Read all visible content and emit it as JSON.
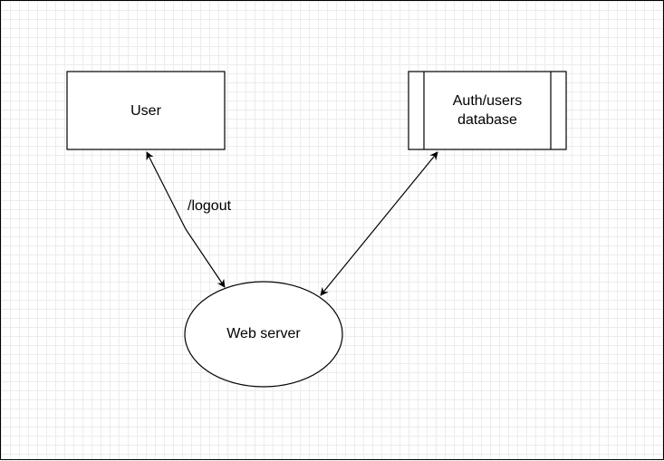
{
  "diagram": {
    "nodes": {
      "user": {
        "label": "User"
      },
      "auth_db": {
        "label_line1": "Auth/users",
        "label_line2": "database"
      },
      "web_server": {
        "label": "Web server"
      }
    },
    "edges": {
      "user_web": {
        "label": "/logout"
      }
    }
  }
}
